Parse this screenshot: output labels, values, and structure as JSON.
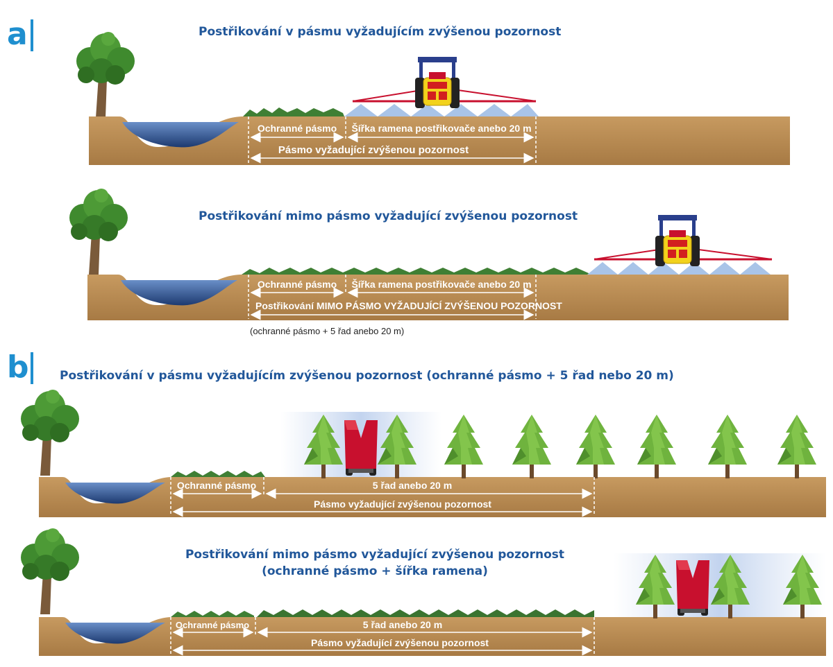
{
  "panel_a": {
    "letter": "a",
    "scene1": {
      "title": "Postřikování v pásmu vyžadujícím zvýšenou pozornost",
      "label_buffer": "Ochranné pásmo",
      "label_boom": "Šířka ramena postřikovače anebo 20 m",
      "label_zone": "Pásmo vyžadující zvýšenou pozornost"
    },
    "scene2": {
      "title": "Postřikování mimo pásmo vyžadující zvýšenou pozornost",
      "label_buffer": "Ochranné pásmo",
      "label_boom": "Šířka ramena postřikovače anebo 20 m",
      "label_zone": "Postřikování MIMO PÁSMO VYŽADUJÍCÍ ZVÝŠENOU POZORNOST",
      "note": "(ochranné pásmo + 5 řad anebo 20 m)"
    }
  },
  "panel_b": {
    "letter": "b",
    "title": "Postřikování v pásmu vyžadujícím zvýšenou pozornost (ochranné pásmo + 5 řad nebo 20 m)",
    "scene3": {
      "label_buffer": "Ochranné pásmo",
      "label_rows": "5 řad anebo 20 m",
      "label_zone": "Pásmo vyžadující zvýšenou pozornost"
    },
    "scene4": {
      "title_line1": "Postřikování mimo pásmo vyžadující zvýšenou pozornost",
      "title_line2": "(ochranné pásmo + šířka ramena)",
      "label_buffer": "Ochranné pásmo",
      "label_rows": "5 řad anebo 20 m",
      "label_zone": "Pásmo vyžadující zvýšenou pozornost"
    }
  },
  "colors": {
    "soil": "#b98a52",
    "soil_dark": "#8f6535",
    "water": "#2a4f8a",
    "grass": "#3f7f34",
    "title_blue": "#21579a",
    "letter_blue": "#1f8fcf",
    "sprayer_red": "#c8102e",
    "tractor_yellow": "#f2d21c",
    "cab_blue": "#2a3f8c"
  }
}
